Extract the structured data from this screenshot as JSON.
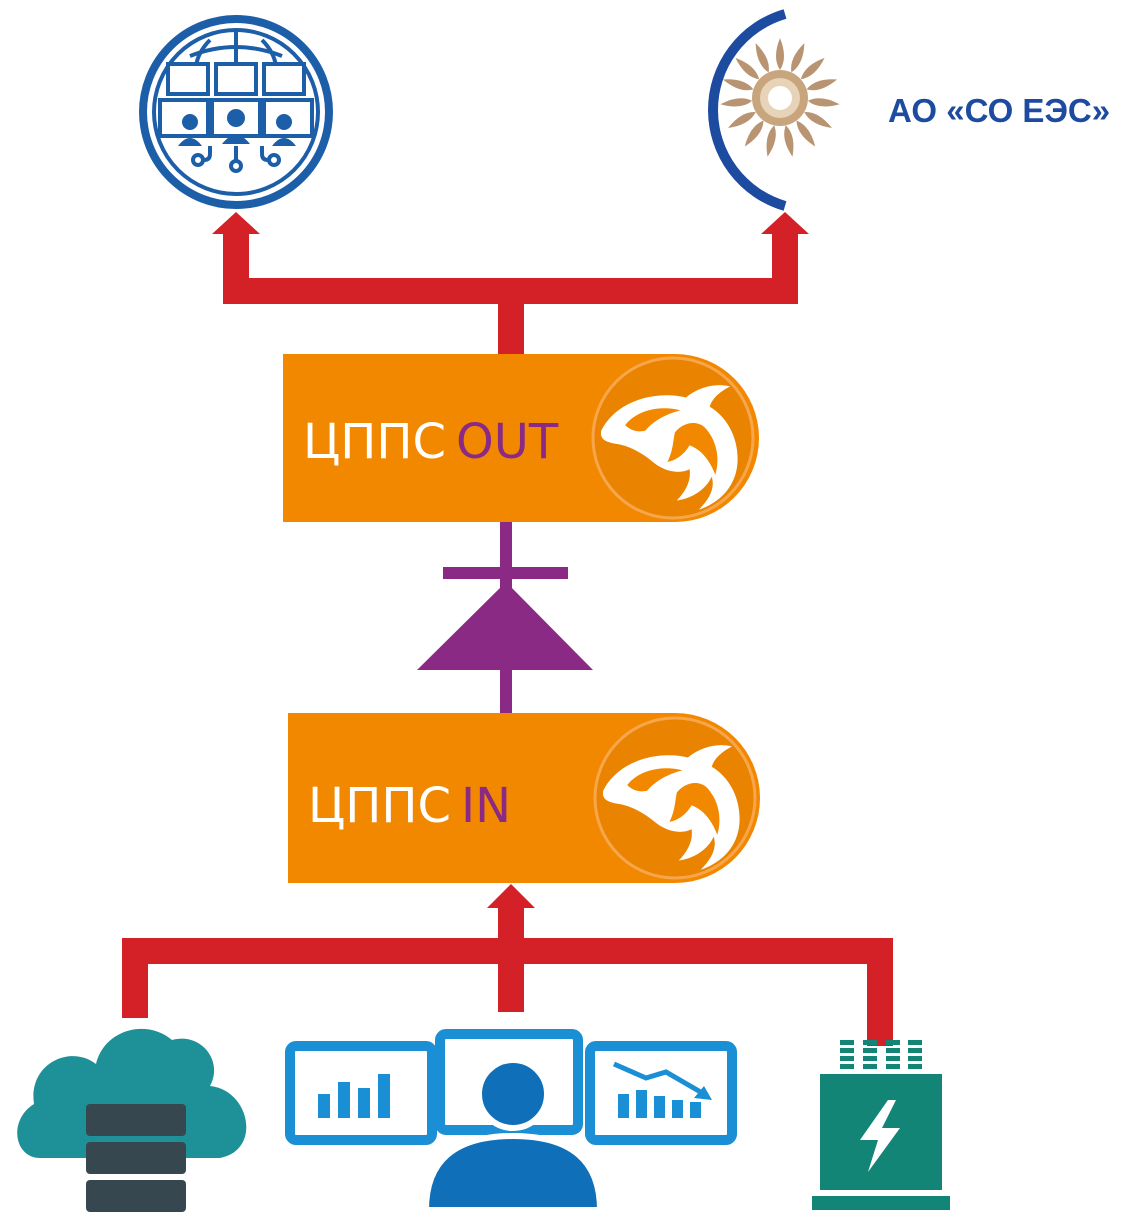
{
  "colors": {
    "connector_red": "#d42027",
    "orange": "#f28800",
    "purple": "#8b2a84",
    "globe_blue": "#1c5ea8",
    "so_blue": "#1d4ba0",
    "cloud_teal": "#1e9098",
    "server_dark": "#37474f",
    "monitor_blue": "#1a8fd6",
    "person_blue": "#0f6fb8",
    "transformer_green": "#138576",
    "white": "#ffffff"
  },
  "logo": {
    "so_ees_name": "АО «СО ЕЭС»"
  },
  "blocks": {
    "out": {
      "prefix": "ЦППС",
      "suffix": "OUT"
    },
    "in": {
      "prefix": "ЦППС",
      "suffix": "IN"
    }
  },
  "icons": {
    "top_left": "globe-network-icon",
    "top_right": "so-ees-logo",
    "bottom_left": "cloud-server-icon",
    "bottom_center": "operator-dashboard-icon",
    "bottom_right": "power-transformer-icon",
    "block_badge": "dolphin-icon",
    "connector": "diode-icon"
  }
}
